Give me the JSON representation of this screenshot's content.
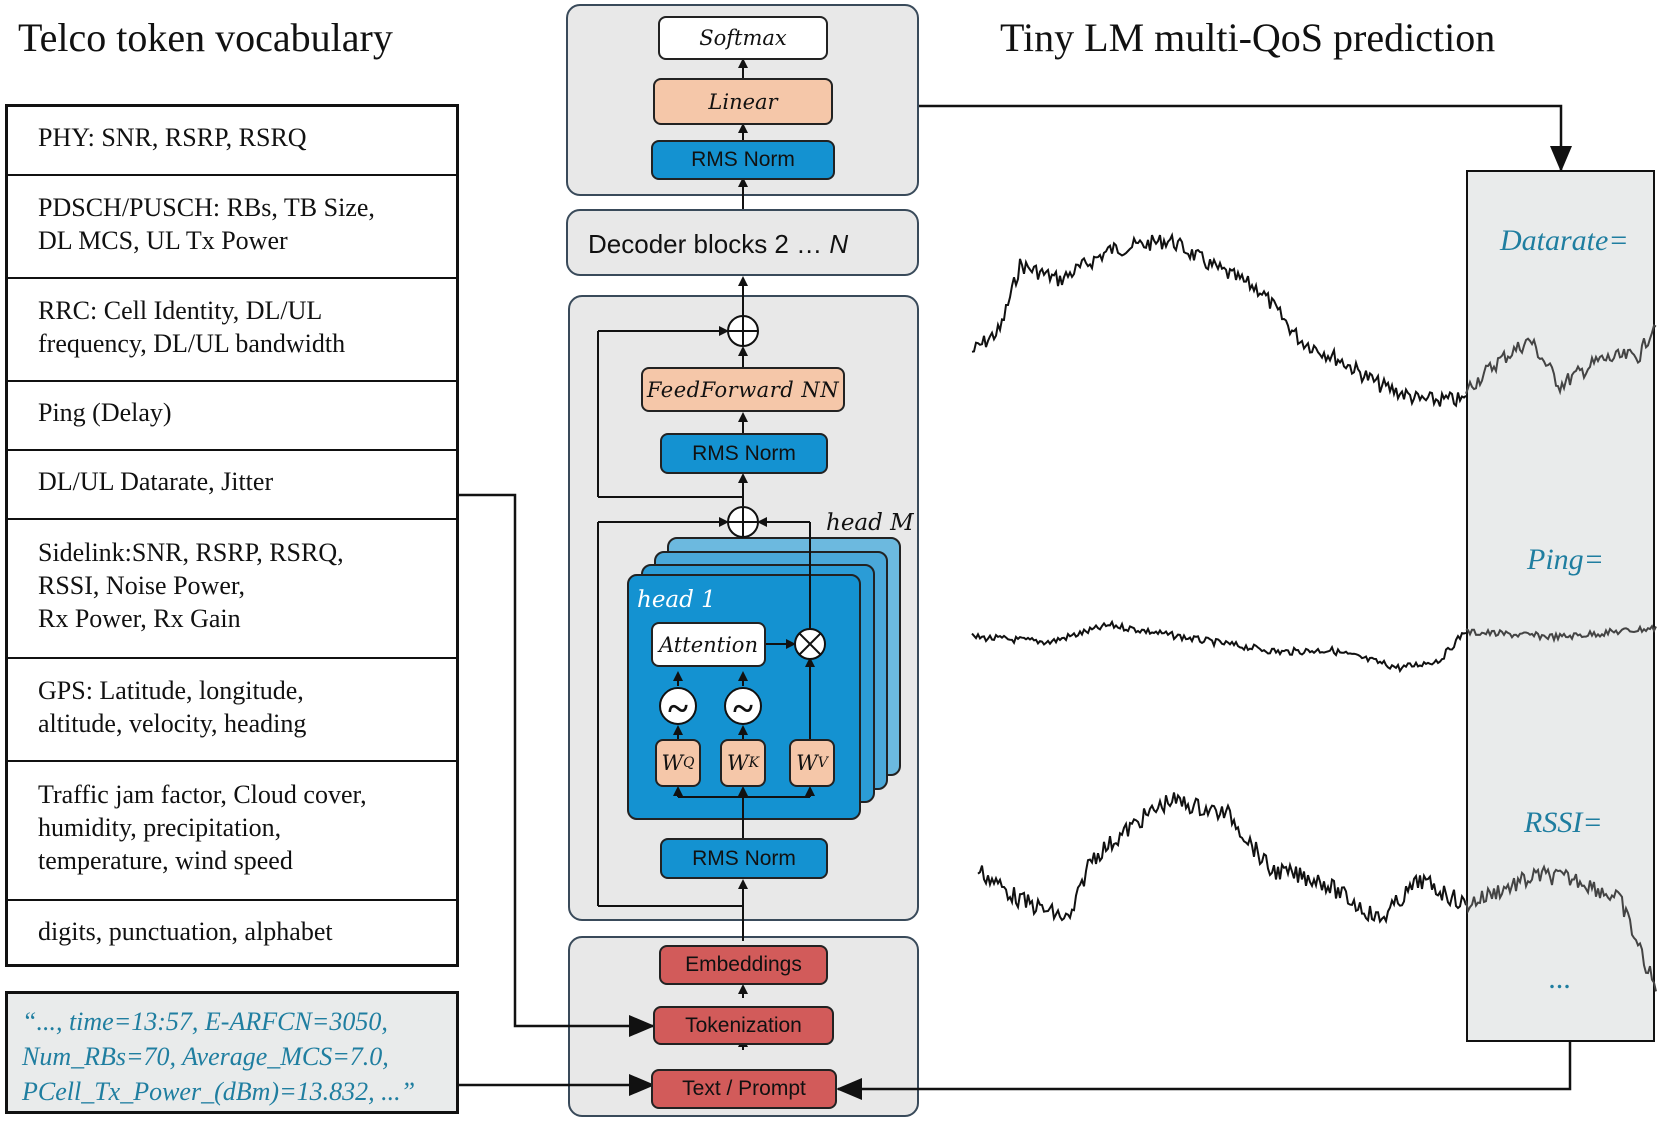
{
  "titles": {
    "vocab": "Telco token vocabulary",
    "prediction": "Tiny LM multi-QoS prediction"
  },
  "vocab_rows": [
    [
      "PHY: SNR, RSRP, RSRQ"
    ],
    [
      "PDSCH/PUSCH: RBs, TB Size,",
      "DL MCS, UL Tx Power"
    ],
    [
      "RRC: Cell Identity, DL/UL",
      "frequency, DL/UL bandwidth"
    ],
    [
      "Ping (Delay)"
    ],
    [
      "DL/UL Datarate, Jitter"
    ],
    [
      "Sidelink:SNR, RSRP, RSRQ,",
      "RSSI, Noise Power,",
      "Rx Power, Rx Gain"
    ],
    [
      "GPS: Latitude, longitude,",
      "altitude, velocity, heading"
    ],
    [
      "Traffic jam factor, Cloud cover,",
      "humidity, precipitation,",
      "temperature, wind speed"
    ],
    [
      "digits, punctuation, alphabet"
    ]
  ],
  "prompt_lines": [
    "“..., time=13:57, E-ARFCN=3050,",
    "Num_RBs=70, Average_MCS=7.0,",
    "PCell_Tx_Power_(dBm)=13.832, ...”"
  ],
  "blocks": {
    "softmax": "Softmax",
    "linear": "Linear",
    "rms_norm_top": "RMS Norm",
    "decoder_blocks": "Decoder blocks 2 … ",
    "decoder_n": "N",
    "feedforward": "FeedForward NN",
    "rms_norm_ff": "RMS Norm",
    "head_m": "head M",
    "head_1": "head 1",
    "attention": "Attention",
    "wq": "W",
    "wq_sub": "Q",
    "wk": "W",
    "wk_sub": "K",
    "wv": "W",
    "wv_sub": "V",
    "rms_norm_attn": "RMS Norm",
    "embeddings": "Embeddings",
    "tokenization": "Tokenization",
    "text_prompt": "Text / Prompt"
  },
  "qos_labels": {
    "datarate": "Datarate=",
    "ping": "Ping=",
    "rssi": "RSSI=",
    "more": "..."
  },
  "colors": {
    "block_blue": "#1492d1",
    "block_peach": "#f5c7a9",
    "block_red": "#d25b5a",
    "label_teal": "#1f7ea0",
    "panel_gray": "#e8e8e8"
  }
}
